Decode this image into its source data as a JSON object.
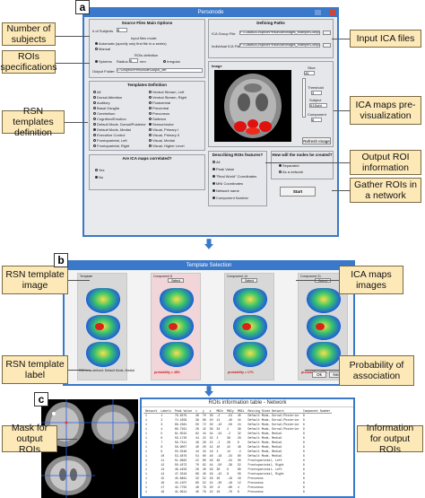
{
  "panels": {
    "a": "a",
    "b": "b",
    "c": "c"
  },
  "callouts": {
    "num_subjects": "Number of subjects",
    "rois_spec": "ROIs specifications",
    "rsn_templates": "RSN templates definition",
    "input_ica": "Input ICA files",
    "ica_previz": "ICA maps pre-visualization",
    "output_roi": "Output ROI information",
    "gather_rois": "Gather ROIs in a network",
    "rsn_template_image": "RSN template image",
    "ica_maps_images": "ICA maps images",
    "rsn_template_label": "RSN template label",
    "prob_assoc": "Probability of association",
    "mask_output": "Mask for output ROIs",
    "info_output": "Information for output ROIs"
  },
  "window_a": {
    "title": "Personode",
    "source_title": "Source Files Main Options",
    "num_subjects_label": "# of Subjects",
    "num_subjects_value": "8",
    "input_mode_label": "Input files mode:",
    "input_auto": "Automatic (specify only first file in a series)",
    "input_manual": "Manual",
    "rois_def": "ROIs definition",
    "spheres": "Spheres",
    "radius_label": "Radius:",
    "radius_value": "6",
    "radius_unit": "mm",
    "irregular": "Irregular",
    "output_folder_label": "Output Folder:",
    "output_folder_value": "C:\\Dropbox\\Personode\\Output_Net",
    "templates_title": "Templates Definition",
    "templates": [
      "All",
      "Dorsal Attention",
      "Auditory",
      "Basal Ganglia",
      "Cerebellum",
      "Cognition/Emotion",
      "Default Mode, Dorsal/Posterior",
      "Default Mode, Medial",
      "Executive Control",
      "Frontoparietal, Left",
      "Frontoparietal, Right",
      "Ventral Stream, Left",
      "Ventral Stream, Right",
      "Postcentral",
      "Precentral",
      "Precuneus",
      "Salience",
      "Sensorimotor",
      "Visual, Primary I",
      "Visual, Primary II",
      "Visual, Medial",
      "Visual, Higher Level"
    ],
    "templates_on": [
      7,
      17
    ],
    "correlated_q": "Are ICA maps correlated?",
    "yes": "Yes",
    "no": "No",
    "paths_title": "Defining Paths",
    "ica_group_label": "ICA Group File:",
    "ica_group_value": "F:\\Gustavo\\Dropbox\\Personode\\Images_example\\Componente",
    "individual_label": "Individual ICA Files:",
    "individual_value": "F:\\Gustavo\\Dropbox\\Personode\\Images_example\\Componente",
    "image_label": "Image",
    "slice_label": "Slice",
    "slice_value": "45",
    "threshold_label": "Threshold",
    "threshold_value": "3",
    "subject_label": "Subject",
    "subject_value": "01Subt",
    "component_label": "Component",
    "component_value": "8",
    "refresh": "Refresh Image",
    "describing_q": "Describing ROIs features?",
    "desc_items": [
      "All",
      "Peak Value",
      "\"Real World\" Coordinates",
      "MNI Coordinates",
      "Network name",
      "Component Number"
    ],
    "how_q": "How will the nodes be created?",
    "separated": "Separated",
    "as_network": "As a network",
    "start": "Start"
  },
  "window_b": {
    "title": "Template Selection",
    "col_headers": [
      "Template",
      "Component 8",
      "Component 14",
      "Component 21"
    ],
    "select": "Select",
    "rsn_label": "ROI is as defined: Default Mode, Medial",
    "probabilities": [
      "probability = 48%",
      "probability = 17%",
      "probability = 20%"
    ],
    "ok": "Ok",
    "next": "Next"
  },
  "window_c": {
    "title": "ROIs information table - Network",
    "headers": [
      "Network",
      "Labels",
      "Peak Value",
      "x",
      "y",
      "z",
      "MNIx",
      "MNIy",
      "MNIz",
      "Resting State Network",
      "Component Number"
    ],
    "rows": [
      [
        "1",
        "1",
        "79.8379",
        "46",
        "70",
        "38",
        "-2",
        "-54",
        "40",
        "Default Mode, Dorsal/Posterior",
        "8"
      ],
      [
        "1",
        "2",
        "74.1659",
        "38",
        "66",
        "40",
        "14",
        "-46",
        "44",
        "Default Mode, Dorsal/Posterior",
        "8"
      ],
      [
        "1",
        "3",
        "68.2381",
        "50",
        "72",
        "30",
        "-10",
        "-58",
        "24",
        "Default Mode, Dorsal/Posterior",
        "8"
      ],
      [
        "1",
        "4",
        "66.7391",
        "28",
        "42",
        "36",
        "34",
        "2",
        "36",
        "Default Mode, Dorsal/Posterior",
        "8"
      ],
      [
        "1",
        "5",
        "61.0532",
        "62",
        "44",
        "34",
        "-34",
        "-2",
        "32",
        "Default Mode, Medial",
        "8"
      ],
      [
        "1",
        "6",
        "59.1720",
        "44",
        "22",
        "32",
        "2",
        "38",
        "28",
        "Default Mode, Medial",
        "8"
      ],
      [
        "1",
        "7",
        "58.7311",
        "46",
        "28",
        "22",
        "-2",
        "26",
        "8",
        "Default Mode, Medial",
        "8"
      ],
      [
        "1",
        "8",
        "56.9007",
        "40",
        "20",
        "42",
        "10",
        "42",
        "48",
        "Default Mode, Medial",
        "8"
      ],
      [
        "1",
        "9",
        "55.0248",
        "44",
        "34",
        "16",
        "2",
        "14",
        "-4",
        "Default Mode, Medial",
        "8"
      ],
      [
        "1",
        "10",
        "53.4876",
        "54",
        "60",
        "48",
        "-18",
        "-34",
        "60",
        "Default Mode, Medial",
        "8"
      ],
      [
        "1",
        "11",
        "51.9982",
        "22",
        "60",
        "46",
        "46",
        "-34",
        "56",
        "Frontoparietal, Left",
        "8"
      ],
      [
        "1",
        "12",
        "50.1673",
        "70",
        "62",
        "44",
        "-50",
        "-38",
        "52",
        "Frontoparietal, Right",
        "8"
      ],
      [
        "1",
        "13",
        "48.4450",
        "26",
        "40",
        "48",
        "38",
        "6",
        "60",
        "Frontoparietal, Left",
        "8"
      ],
      [
        "1",
        "14",
        "47.3319",
        "66",
        "40",
        "46",
        "-42",
        "6",
        "56",
        "Frontoparietal, Right",
        "8"
      ],
      [
        "1",
        "15",
        "45.8861",
        "32",
        "52",
        "26",
        "26",
        "-18",
        "16",
        "Precuneus",
        "8"
      ],
      [
        "1",
        "16",
        "44.1207",
        "60",
        "52",
        "24",
        "-30",
        "-18",
        "12",
        "Precuneus",
        "8"
      ],
      [
        "1",
        "17",
        "42.7755",
        "48",
        "76",
        "20",
        "-6",
        "-66",
        "4",
        "Precuneus",
        "8"
      ],
      [
        "1",
        "18",
        "41.0914",
        "40",
        "78",
        "22",
        "10",
        "-70",
        "8",
        "Precuneus",
        "8"
      ]
    ]
  }
}
